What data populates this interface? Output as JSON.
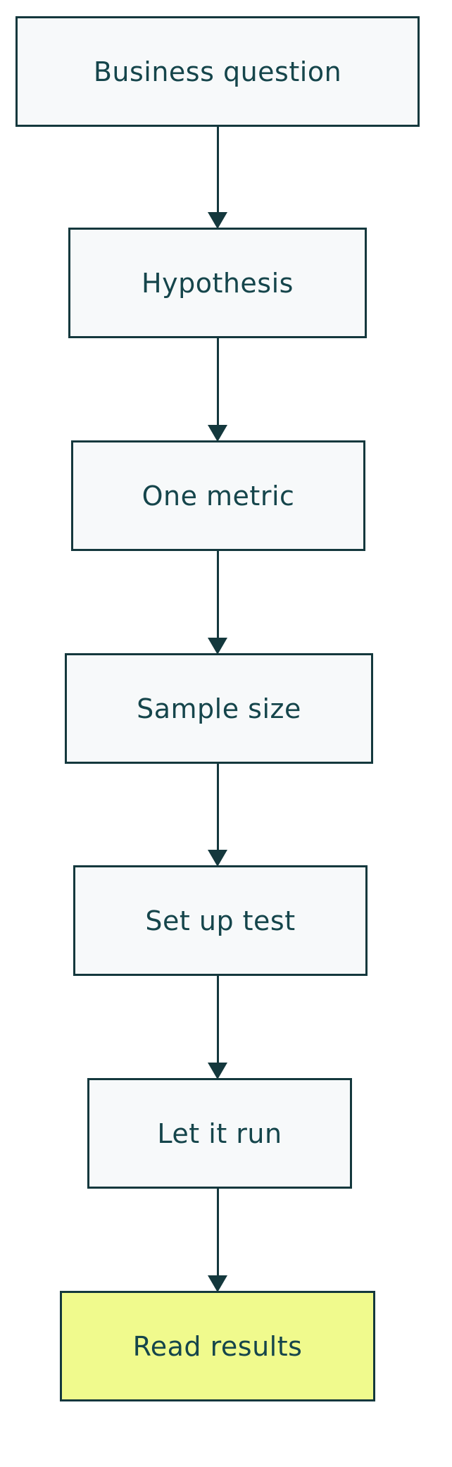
{
  "flowchart": {
    "steps": [
      {
        "id": 1,
        "label": "Business question",
        "highlighted": false
      },
      {
        "id": 2,
        "label": "Hypothesis",
        "highlighted": false
      },
      {
        "id": 3,
        "label": "One metric",
        "highlighted": false
      },
      {
        "id": 4,
        "label": "Sample size",
        "highlighted": false
      },
      {
        "id": 5,
        "label": "Set up test",
        "highlighted": false
      },
      {
        "id": 6,
        "label": "Let it run",
        "highlighted": false
      },
      {
        "id": 7,
        "label": "Read results",
        "highlighted": true
      }
    ],
    "connector_style": "straight-down-arrow",
    "connector_count": 6
  },
  "colors": {
    "box_fill": "#f7f9fa",
    "highlight_fill": "#f0fa8d",
    "border": "#14383d",
    "text": "#15454b",
    "arrow": "#14383d",
    "background": "#ffffff"
  }
}
